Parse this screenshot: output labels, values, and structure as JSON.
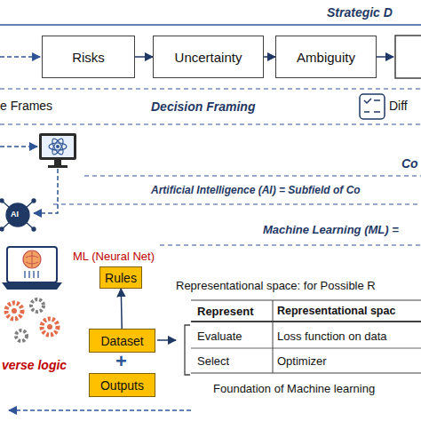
{
  "diagram": {
    "nodes": [
      {
        "text": [
          "Risks"
        ]
      },
      {
        "text": [
          "Uncertainty"
        ]
      },
      {
        "text": [
          "Ambiguity"
        ]
      },
      {
        "text": [
          "Rules"
        ]
      },
      {
        "text": [
          "Dataset"
        ]
      },
      {
        "text": [
          "Outputs"
        ]
      }
    ],
    "edges": [
      {
        "from": 0,
        "to": 1,
        "arrow": "to"
      },
      {
        "from": 1,
        "to": 2,
        "arrow": "to"
      },
      {
        "from": 4,
        "to": 3,
        "arrow": "to"
      }
    ],
    "labels": [
      "Strategic D",
      "e Frames",
      "Decision Framing",
      "Diff",
      "Co",
      "Artificial Intelligence (AI) = Subfield of Co",
      "AI",
      "Machine Learning (ML) =",
      "ML (Neural Net)",
      "Representational space: for Possible R",
      "Represent",
      "Representational spac",
      "Evaluate",
      "Loss function on data",
      "+",
      "Select",
      "Optimizer",
      "verse logic",
      "Foundation of Machine learning"
    ]
  }
}
